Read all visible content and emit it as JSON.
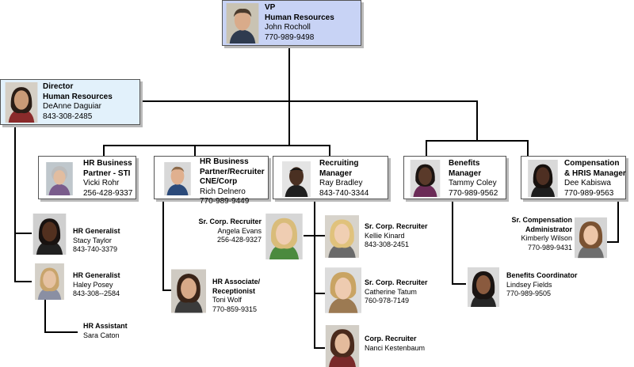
{
  "vp": {
    "title1": "VP",
    "title2": "Human Resources",
    "name": "John Rocholl",
    "phone": "770-989-9498"
  },
  "director": {
    "title1": "Director",
    "title2": "Human Resources",
    "name": "DeAnne Daguiar",
    "phone": "843-308-2485"
  },
  "hrbp": {
    "title1": "HR Business",
    "title2": "Partner  - STI",
    "name": "Vicki Rohr",
    "phone": "256-428-9337"
  },
  "recruiter_partner": {
    "title1": "HR Business",
    "title2": "Partner/Recruiter",
    "title3": "CNE/Corp",
    "name": "Rich Delnero",
    "phone": "770-989-9449"
  },
  "recruiting_mgr": {
    "title1": "Recruiting",
    "title2": "Manager",
    "name": "Ray Bradley",
    "phone": "843-740-3344"
  },
  "benefits_mgr": {
    "title1": "Benefits",
    "title2": "Manager",
    "name": "Tammy Coley",
    "phone": "770-989-9562"
  },
  "comp_mgr": {
    "title1": "Compensation",
    "title2": "& HRIS Manager",
    "name": "Dee Kabiswa",
    "phone": "770-989-9563"
  },
  "staff": {
    "generalist1": {
      "title": "HR Generalist",
      "name": "Stacy Taylor",
      "phone": "843-740-3379"
    },
    "generalist2": {
      "title": "HR Generalist",
      "name": "Haley Posey",
      "phone": "843-308--2584"
    },
    "assistant": {
      "title": "HR Assistant",
      "name": "Sara Caton"
    },
    "associate": {
      "title1": "HR Associate/",
      "title2": "Receptionist",
      "name": "Toni Wolf",
      "phone": "770-859-9315"
    },
    "sr_recruiter_angela": {
      "title": "Sr. Corp. Recruiter",
      "name": "Angela Evans",
      "phone": "256-428-9327"
    },
    "sr_recruiter_kellie": {
      "title": "Sr. Corp. Recruiter",
      "name": "Kellie Kinard",
      "phone": "843-308-2451"
    },
    "sr_recruiter_catherine": {
      "title": "Sr. Corp. Recruiter",
      "name": "Catherine Tatum",
      "phone": "760-978-7149"
    },
    "corp_recruiter": {
      "title": "Corp. Recruiter",
      "name": "Nanci Kestenbaum"
    },
    "benefits_coord": {
      "title": "Benefits Coordinator",
      "name": "Lindsey Fields",
      "phone": "770-989-9505"
    },
    "comp_admin": {
      "title1": "Sr. Compensation",
      "title2": "Administrator",
      "name": "Kimberly Wilson",
      "phone": "770-989-9431"
    }
  },
  "colors": {
    "vp_box": "#c8d3f5",
    "director_box": "#e2f1fb",
    "lines": "#000000"
  }
}
